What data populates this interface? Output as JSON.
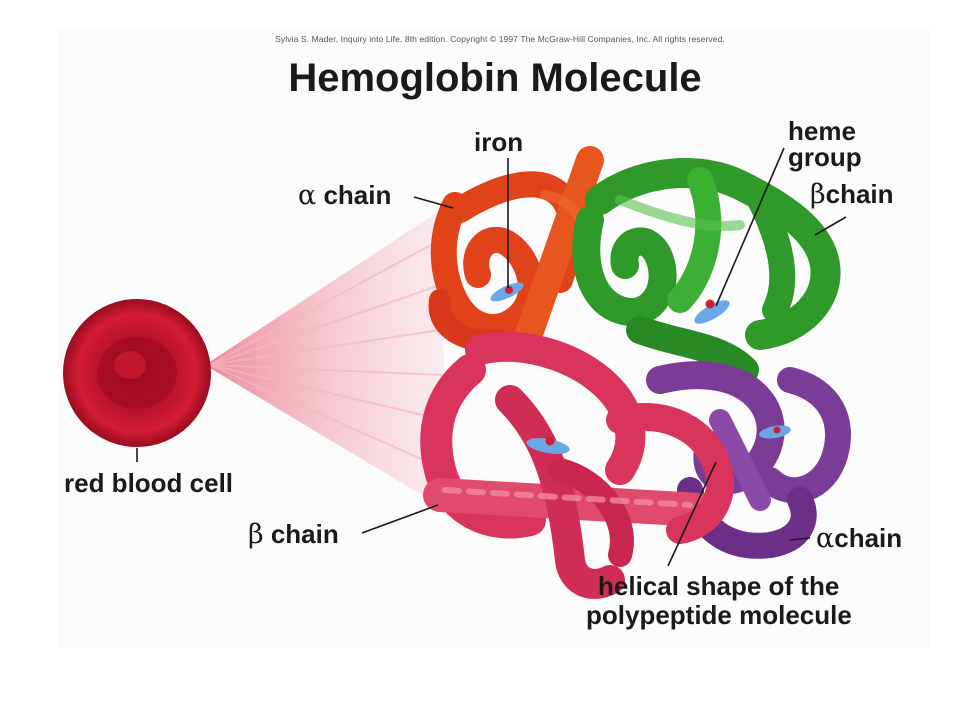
{
  "credit": "Sylvia S. Mader, Inquiry into Life, 8th edition. Copyright © 1997 The McGraw-Hill Companies, Inc. All rights reserved.",
  "title": "Hemoglobin Molecule",
  "labels": {
    "iron": "iron",
    "heme_line1": "heme",
    "heme_line2": "group",
    "alpha_symbol": "α",
    "beta_symbol": "β",
    "chain_word": "chain",
    "red_blood_cell": "red blood cell",
    "helical_line1": "helical shape of the",
    "helical_line2": "polypeptide molecule"
  },
  "colors": {
    "alpha_chain_top": "#e0431a",
    "beta_chain_top": "#2f9a2a",
    "beta_chain_bottom": "#d8345c",
    "alpha_chain_bottom": "#7b3c97",
    "red_blood_cell": "#c4122b",
    "heme": "#6aa7e6"
  }
}
